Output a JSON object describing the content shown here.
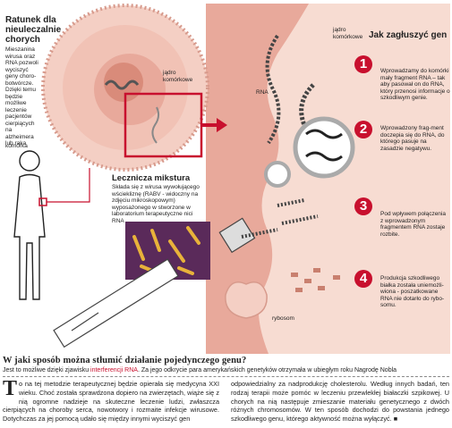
{
  "graphic": {
    "cell_title": "Ratunek dla nieuleczalnie chorych",
    "cell_desc": "Mieszanina wirusa oraz RNA pozwoli wyciszyć geny choro-botwórcze. Dzięki temu będzie możliwe leczenie pacjentów cierpiących na alzheimera lub raka",
    "label_nucleus_small": "jądro komórkowe",
    "label_cell": "komórka",
    "label_nucleus_big": "jądro komórkowe",
    "label_rna": "RNA",
    "label_ribosome": "rybosom",
    "mixture_title": "Lecznicza mikstura",
    "mixture_desc": "Składa się z wirusa wywołującego wściekliznę (RABV - widoczny na zdjęciu mikroskopowym) wyposażonego w stworzone w laboratorium terapeutyczne nici RNA",
    "steps_title": "Jak zagłuszyć gen",
    "steps": [
      {
        "num": "1",
        "text": "Wprowadzamy do komórki mały fragment RNA – tak aby pasował on do RNA, który przenosi informacje o szkodliwym genie."
      },
      {
        "num": "2",
        "text": "Wprowadzony frag-ment doczepia się do RNA, do którego pasuje na zasadzie negatywu."
      },
      {
        "num": "3",
        "text": "Pod wpływem połączenia z wprowadzonym fragmentem RNA zostaje rozbite."
      },
      {
        "num": "4",
        "text": "Produkcja szkodliwego białka została uniemożli-wiona - poszatkowane RNA nie dotarło do rybo-somu."
      }
    ],
    "colors": {
      "accent": "#c8102e",
      "cell_fill": "#f4cfc4",
      "nucleus": "#e8a99b",
      "panel_bg": "#f7dcd2"
    }
  },
  "article": {
    "title": "W jaki sposób można stłumić działanie pojedynczego genu?",
    "subtitle_before": "Jest to możliwe dzięki zjawisku ",
    "subtitle_highlight": "interferencji RNA",
    "subtitle_after": ". Za jego odkrycie para amerykańskich genetyków otrzymała w ubiegłym roku Nagrodę Nobla",
    "dropcap": "T",
    "col1": "o na tej metodzie terapeutycznej będzie opierała się medycyna XXI wieku. Choć została sprawdzona dopiero na zwierzętach, wiąże się z nią ogromne nadzieje na skuteczne leczenie ludzi, zwłaszcza cierpiących na choroby serca, nowotwory i rozmaite infekcje wirusowe. Dotychczas za jej pomocą udało się między innymi wyciszyć gen",
    "col2": "odpowiedzialny za nadprodukcję cholesterolu. Według innych badań, ten rodzaj terapii może pomóc w leczeniu przewlekłej białaczki szpikowej. U chorych na nią następuje zmieszanie materiału genetycznego z dwóch różnych chromosomów. W ten sposób dochodzi do powstania jednego szkodliwego genu, którego aktywność można wyłączyć.",
    "end_mark": "■"
  }
}
